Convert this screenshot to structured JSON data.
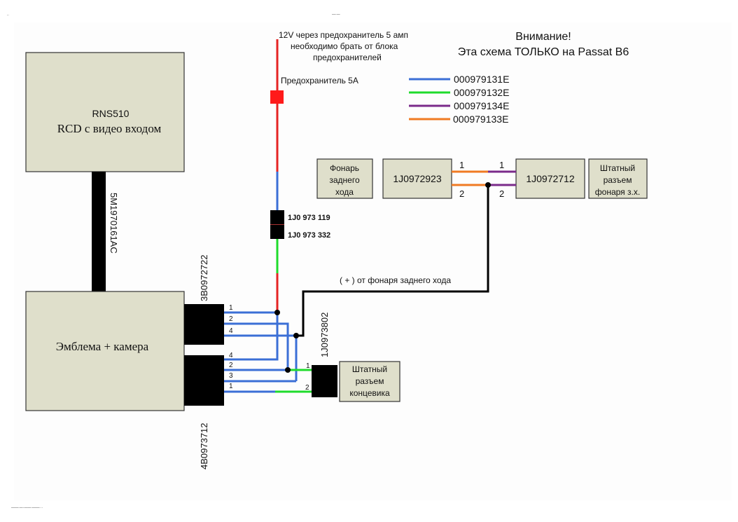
{
  "colors": {
    "wire_blue": "#3b6fd6",
    "wire_green": "#1fdc2c",
    "wire_purple": "#7a2a8a",
    "wire_orange": "#f07a22",
    "wire_red": "#e52424",
    "wire_black": "#000000",
    "fuse": "#ff1a1a",
    "box_fill": "#dfdfcb"
  },
  "page_marks": {
    "top_left": "..",
    "top_center": "—·—",
    "bottom_left": "——·—·——·——···"
  },
  "notice": {
    "line1": "Внимание!",
    "line2": "Эта схема ТОЛЬКО на Passat B6"
  },
  "power": {
    "note_line1": "12V через предохранитель 5 амп",
    "note_line2": "необходимо брать от блока",
    "note_line3": "предохранителей",
    "fuse_label": "Предохранитель 5А",
    "connector_upper": "1J0 973 119",
    "connector_lower": "1J0 973 332"
  },
  "legend": [
    {
      "color_key": "wire_blue",
      "part": "000979131E"
    },
    {
      "color_key": "wire_green",
      "part": "000979132E"
    },
    {
      "color_key": "wire_purple",
      "part": "000979134E"
    },
    {
      "color_key": "wire_orange",
      "part": "000979133E"
    }
  ],
  "head_unit": {
    "line1": "RNS510",
    "line2": "RCD с видео входом"
  },
  "video_cable": "5M1970161AC",
  "camera": {
    "label": "Эмблема + камера",
    "connector_top": "3B0972722",
    "connector_bottom": "4B0973712",
    "top_pins": [
      "1",
      "2",
      "4"
    ],
    "bottom_pins": [
      "4",
      "2",
      "3",
      "1"
    ]
  },
  "reverse_light": {
    "lamp_label_line1": "Фонарь",
    "lamp_label_line2": "заднего",
    "lamp_label_line3": "хода",
    "lamp_connector": "1J0972923",
    "harness_connector": "1J0972712",
    "harness_label_line1": "Штатный",
    "harness_label_line2": "разъем",
    "harness_label_line3": "фонаря з.х.",
    "pins_left": [
      "1",
      "2"
    ],
    "pins_right": [
      "1",
      "2"
    ],
    "plus_label": "( + ) от фонаря заднего хода"
  },
  "limit_switch": {
    "connector": "1J0973802",
    "label_line1": "Штатный",
    "label_line2": "разъем",
    "label_line3": "концевика",
    "pins": [
      "1",
      "2"
    ]
  }
}
